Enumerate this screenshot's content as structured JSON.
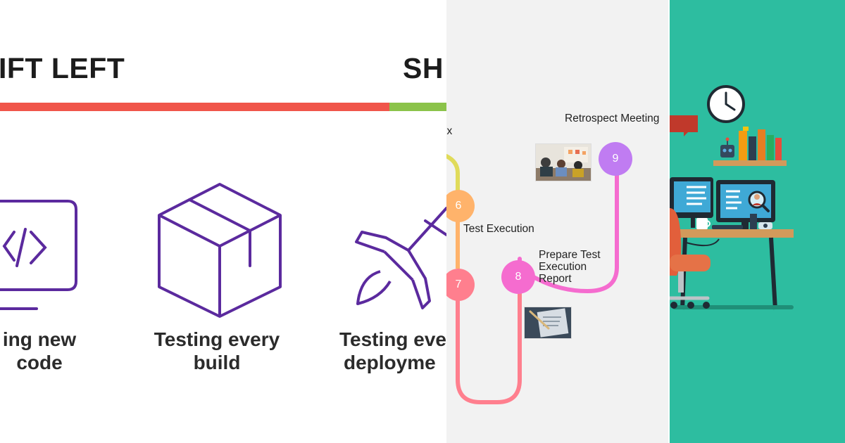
{
  "shift_left": {
    "title": "IFT LEFT",
    "title_right": "SH",
    "colors": {
      "red": "#f0554a",
      "green": "#8bc34a",
      "icon_purple": "#5b2a9e"
    },
    "items": [
      {
        "line1": "ing new",
        "line2": "code",
        "icon": "code-monitor-icon"
      },
      {
        "line1": "Testing every",
        "line2": "build",
        "icon": "box-icon"
      },
      {
        "line1": "Testing eve",
        "line2": "deployme",
        "icon": "rocket-icon"
      }
    ]
  },
  "timeline": {
    "steps": [
      {
        "number": "6",
        "label": "Test Execution",
        "color": "#ffb36b"
      },
      {
        "number": "7",
        "label": "",
        "color": "#ff7f8e"
      },
      {
        "number": "8",
        "label_lines": [
          "Prepare Test",
          "Execution",
          "Report"
        ],
        "color": "#f56ccf"
      },
      {
        "number": "9",
        "label": "Retrospect Meeting",
        "color": "#c07cf2"
      }
    ],
    "partial_label": "ix"
  },
  "illustration": {
    "background": "#2dbda0",
    "icons": [
      "clock-icon",
      "flag-icon",
      "bookshelf-icon",
      "robot-icon",
      "computer-monitor-icon",
      "desk-icon",
      "office-chair-icon"
    ]
  }
}
